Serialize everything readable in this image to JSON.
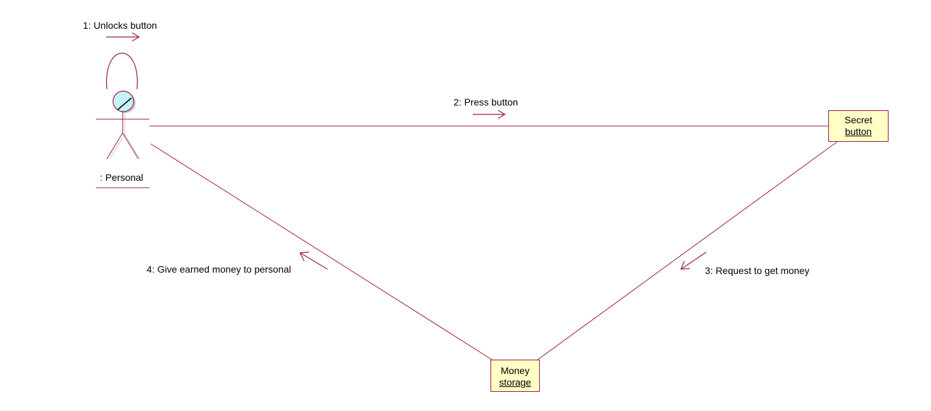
{
  "diagram": {
    "type": "collaboration-diagram",
    "actor": {
      "label": ": Personal",
      "icon": "stick-figure-actor-icon"
    },
    "objects": [
      {
        "id": "secret_button",
        "lines": [
          "Secret",
          "button"
        ]
      },
      {
        "id": "money_storage",
        "lines": [
          "Money",
          "storage"
        ]
      }
    ],
    "messages": [
      {
        "label": "1: Unlocks button"
      },
      {
        "label": "2: Press button"
      },
      {
        "label": "3: Request to get money"
      },
      {
        "label": "4: Give earned money to personal"
      }
    ],
    "colors": {
      "line": "#9b1b4b",
      "object_fill": "#ffffc6",
      "actor_head_fill": "#c6f2f7",
      "text": "#000000"
    }
  }
}
